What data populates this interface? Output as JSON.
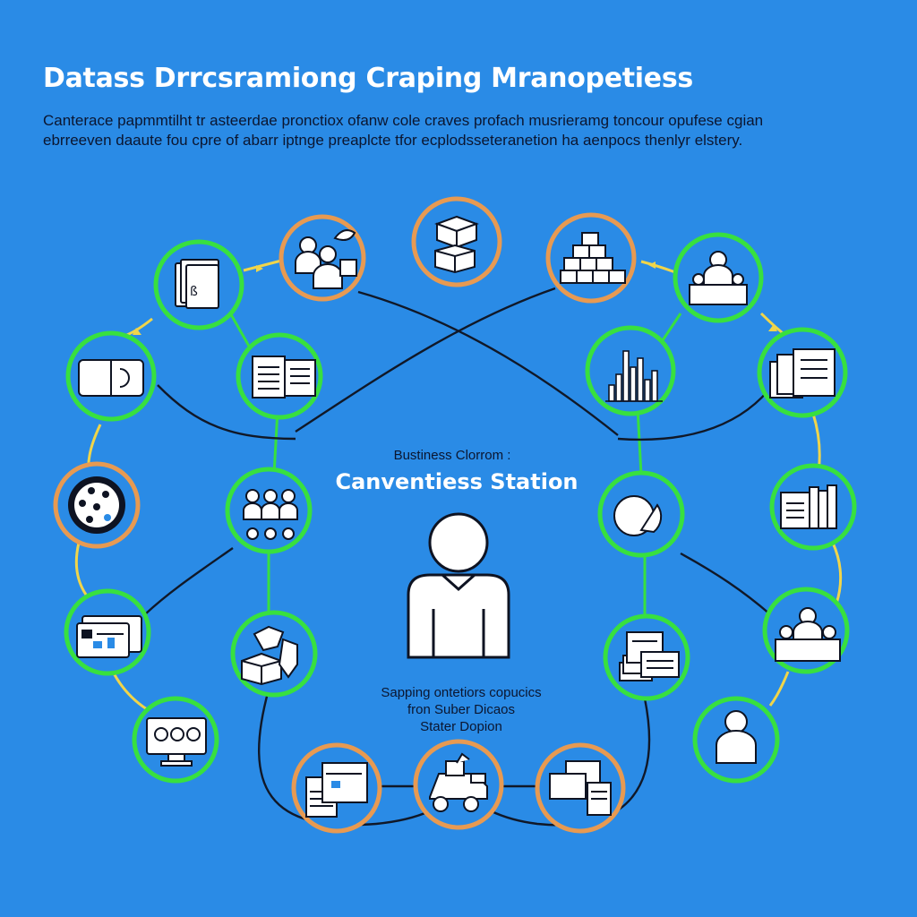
{
  "header": {
    "title": "Datass Drrcsramiong Craping Mranopetiess",
    "subtitle_lines": [
      "Canterace papmmtilht tr asteerdae pronctiox ofanw cole craves profach musrieramg toncour opufese cgian",
      "ebrreeven daaute fou cpre of abarr iptnge preaplcte tfor ecplodsseteranetion ha aenpocs thenlyr elstery."
    ]
  },
  "center": {
    "kicker": "Bustiness Clorrom :",
    "title": "Canventiess Station",
    "caption_lines": [
      "Sapping ontetiors copucics",
      "fron Suber Dicaos",
      "Stater Dopion"
    ]
  },
  "colors": {
    "background": "#2a8be6",
    "node_fill": "#2a8be6",
    "green_ring": "#38e03f",
    "orange_ring": "#e79a52",
    "connector_dark": "#101828",
    "connector_yellow": "#f0d54a",
    "icon_fill": "#ffffff",
    "icon_stroke": "#0e1322"
  },
  "nodes": [
    {
      "id": "documents-stack",
      "ring": "green",
      "icon": "documents-stack-icon"
    },
    {
      "id": "team-meeting",
      "ring": "orange",
      "icon": "team-meeting-icon"
    },
    {
      "id": "boxes",
      "ring": "orange",
      "icon": "boxes-icon"
    },
    {
      "id": "stacked-blocks",
      "ring": "orange",
      "icon": "stacked-blocks-icon"
    },
    {
      "id": "presenter",
      "ring": "green",
      "icon": "presenter-icon"
    },
    {
      "id": "device",
      "ring": "green",
      "icon": "device-icon"
    },
    {
      "id": "report",
      "ring": "green",
      "icon": "report-icon"
    },
    {
      "id": "bar-chart",
      "ring": "green",
      "icon": "bar-chart-icon"
    },
    {
      "id": "file-folders",
      "ring": "green",
      "icon": "file-folders-icon"
    },
    {
      "id": "dial",
      "ring": "orange",
      "icon": "dial-icon"
    },
    {
      "id": "people-group",
      "ring": "green",
      "icon": "people-group-icon"
    },
    {
      "id": "pie-shape",
      "ring": "green",
      "icon": "pie-shape-icon"
    },
    {
      "id": "books",
      "ring": "green",
      "icon": "books-icon"
    },
    {
      "id": "dashboard",
      "ring": "green",
      "icon": "dashboard-icon"
    },
    {
      "id": "cubes",
      "ring": "green",
      "icon": "cubes-icon"
    },
    {
      "id": "cards",
      "ring": "green",
      "icon": "cards-icon"
    },
    {
      "id": "workers",
      "ring": "green",
      "icon": "workers-icon"
    },
    {
      "id": "monitor",
      "ring": "green",
      "icon": "monitor-icon"
    },
    {
      "id": "user",
      "ring": "green",
      "icon": "user-icon"
    },
    {
      "id": "spreadsheet",
      "ring": "orange",
      "icon": "spreadsheet-icon"
    },
    {
      "id": "machinery",
      "ring": "orange",
      "icon": "machinery-icon"
    },
    {
      "id": "devices",
      "ring": "orange",
      "icon": "devices-icon"
    }
  ],
  "central_figure": {
    "icon": "person-icon"
  }
}
